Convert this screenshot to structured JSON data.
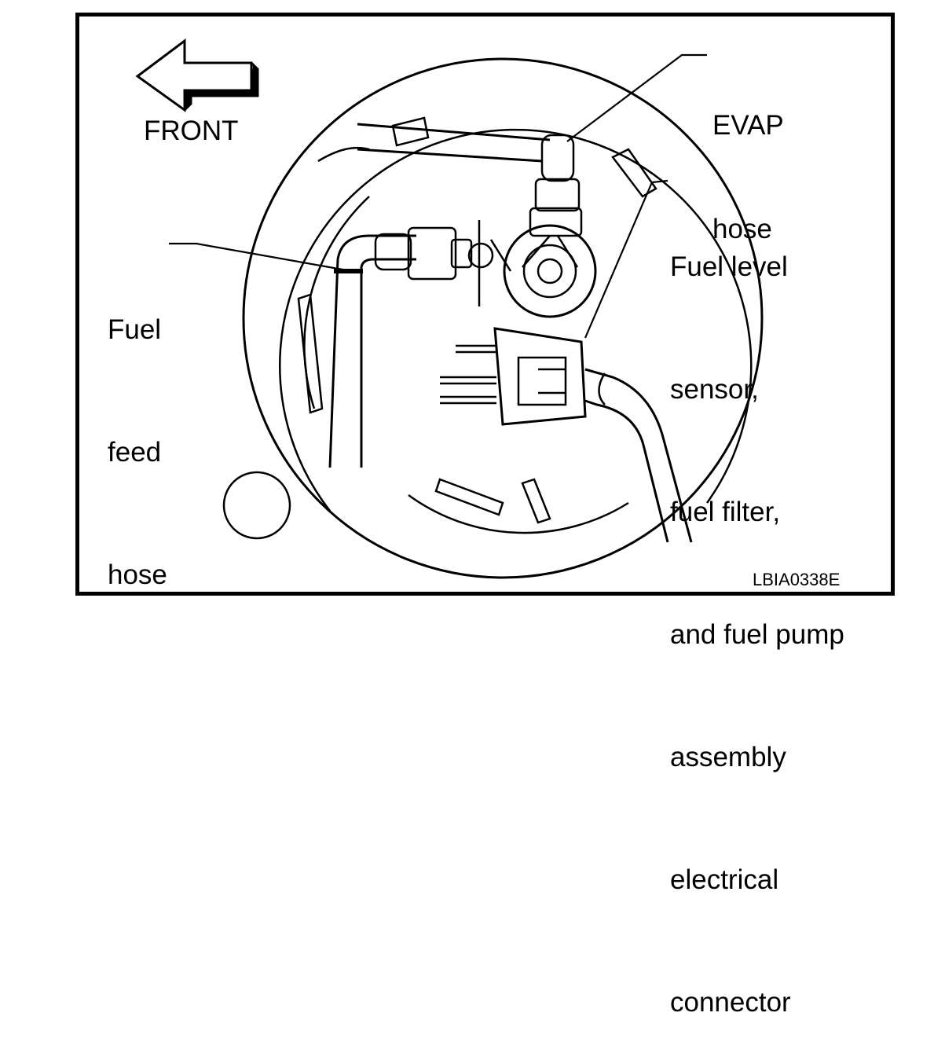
{
  "direction": {
    "label": "FRONT",
    "icon": "arrow-left-icon"
  },
  "callouts": [
    {
      "id": "evap-hose",
      "lines": [
        "EVAP",
        "hose"
      ]
    },
    {
      "id": "fuel-level-sensor-connector",
      "lines": [
        "Fuel level",
        "sensor,",
        "fuel filter,",
        "and fuel pump",
        "assembly",
        "electrical",
        "connector"
      ]
    },
    {
      "id": "fuel-feed-hose",
      "lines": [
        "Fuel",
        "feed",
        "hose"
      ]
    }
  ],
  "figure_code": "LBIA0338E"
}
